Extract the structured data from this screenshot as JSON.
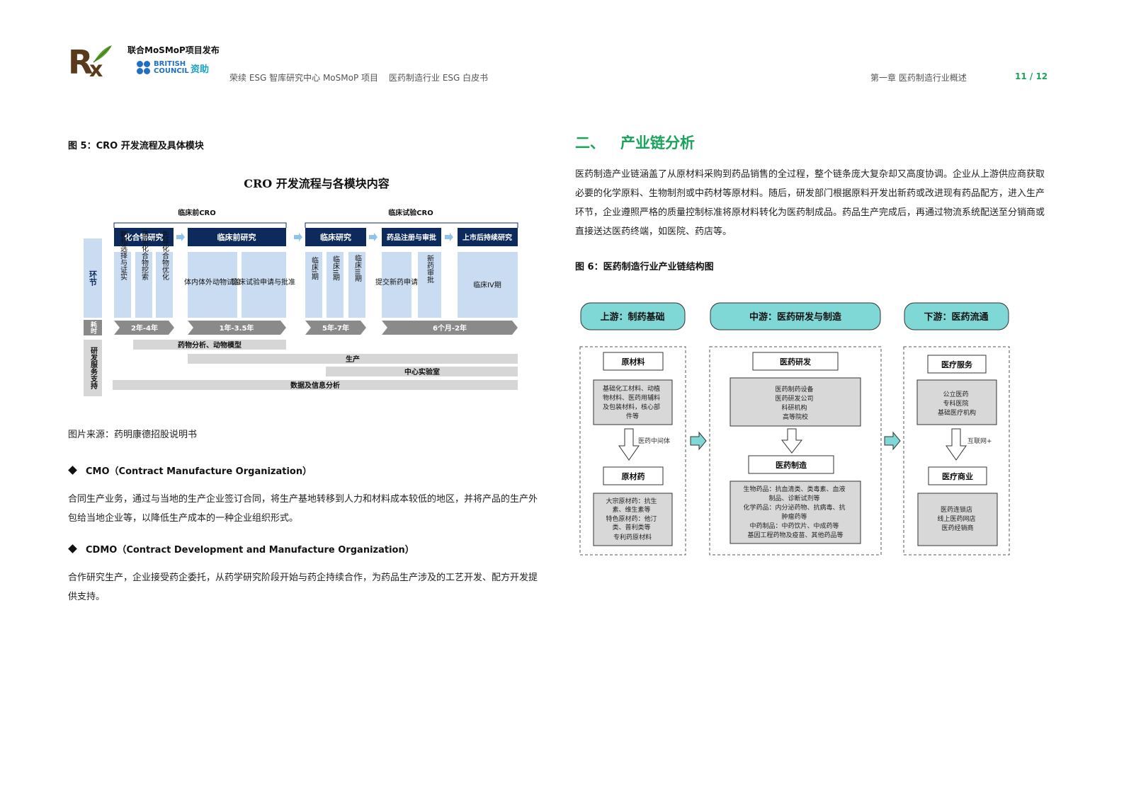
{
  "header": {
    "publisher_line": "联合MoSMoP项目发布",
    "british_council_line1": "BRITISH",
    "british_council_line2": "COUNCIL",
    "funding_label": "资助",
    "center_text": "荣续 ESG 智库研究中心 MoSMoP 项目",
    "report_title": "医药制造行业 ESG 白皮书",
    "chapter": "第一章 医药制造行业概述",
    "page_number": "11 / 12"
  },
  "left": {
    "figure5_caption": "图 5：CRO 开发流程及具体模块",
    "figure5_source": "图片来源：药明康德招股说明书",
    "cmo_heading": "CMO（Contract Manufacture Organization）",
    "cmo_text": "合同生产业务，通过与当地的生产企业签订合同，将生产基地转移到人力和材料成本较低的地区，并将产品的生产外包给当地企业等，以降低生产成本的一种企业组织形式。",
    "cdmo_heading": "CDMO（Contract Development and Manufacture Organization）",
    "cdmo_text": "合作研究生产，企业接受药企委托，从药学研究阶段开始与药企持续合作，为药品生产涉及的工艺开发、配方开发提供支持。"
  },
  "figure5": {
    "title": "CRO 开发流程与各模块内容",
    "group_preclinical": "临床前CRO",
    "group_clinical": "临床试验CRO",
    "row_stage": "环节",
    "row_time": "耗时",
    "row_support": "研发服务支持",
    "stages": [
      {
        "label": "化合物研究",
        "subs": [
          "靶标选择与证实",
          "苗头化合物挖索",
          "先导化合物优化"
        ]
      },
      {
        "label": "临床前研究",
        "subs": [
          "体内体外动物试验",
          "临床试验申请与批准"
        ]
      },
      {
        "label": "临床研究",
        "subs": [
          "临床I期",
          "临床II期",
          "临床III期"
        ]
      },
      {
        "label": "药品注册与审批",
        "subs": [
          "提交新药申请",
          "新药审批"
        ]
      },
      {
        "label": "上市后持续研究",
        "subs": [
          "临床IV期"
        ]
      }
    ],
    "durations": [
      "2年-4年",
      "1年-3.5年",
      "5年-7年",
      "6个月-2年"
    ],
    "support_bars": [
      "药物分析、动物模型",
      "生产",
      "中心实验室",
      "数据及信息分析"
    ]
  },
  "right": {
    "section_number": "二、",
    "section_title": "产业链分析",
    "intro": "医药制造产业链涵盖了从原材料采购到药品销售的全过程，整个链条庞大复杂却又高度协调。企业从上游供应商获取必要的化学原料、生物制剂或中药材等原材料。随后，研发部门根据原料开发出新药或改进现有药品配方，进入生产环节，企业遵照严格的质量控制标准将原材料转化为医药制成品。药品生产完成后，再通过物流系统配送至分销商或直接送达医药终端，如医院、药店等。",
    "figure6_caption": "图 6：医药制造行业产业链结构图"
  },
  "figure6": {
    "upstream": {
      "title": "上游：制药基础",
      "box1_label": "原材料",
      "box1_detail": [
        "基础化工材料、动植",
        "物材料、医药用辅料",
        "及包装材料，核心部",
        "件等"
      ],
      "arrow_label": "医药中间体",
      "box2_label": "原材药",
      "box2_detail": [
        "大宗原材药：抗生",
        "素、维生素等",
        "特色原材药：他汀",
        "类、普利类等",
        "专利药原材料"
      ]
    },
    "midstream": {
      "title": "中游：医药研发与制造",
      "box1_label": "医药研发",
      "box1_detail": [
        "医药制药设备",
        "医药研发公司",
        "科研机构",
        "高等院校"
      ],
      "box2_label": "医药制造",
      "box2_detail": [
        "生物药品：抗血清类、类毒素、血液",
        "制品、诊断试剂等",
        "化学药品：内分泌药物、抗病毒、抗",
        "肿瘤药等",
        "中药制品：中药饮片、中成药等",
        "基因工程药物及疫苗、其他药品等"
      ]
    },
    "downstream": {
      "title": "下游：医药流通",
      "box1_label": "医疗服务",
      "box1_detail": [
        "公立医药",
        "专科医院",
        "基础医疗机构"
      ],
      "arrow_label": "互联网+",
      "box2_label": "医疗商业",
      "box2_detail": [
        "医药连锁店",
        "线上医药网店",
        "医药经销商"
      ]
    }
  },
  "colors": {
    "accent_green": "#1aa35a",
    "navy": "#0d2a5c",
    "light_blue": "#c9dcf2",
    "teal": "#7fd8d6",
    "british_council_blue": "#1f6fc5"
  }
}
